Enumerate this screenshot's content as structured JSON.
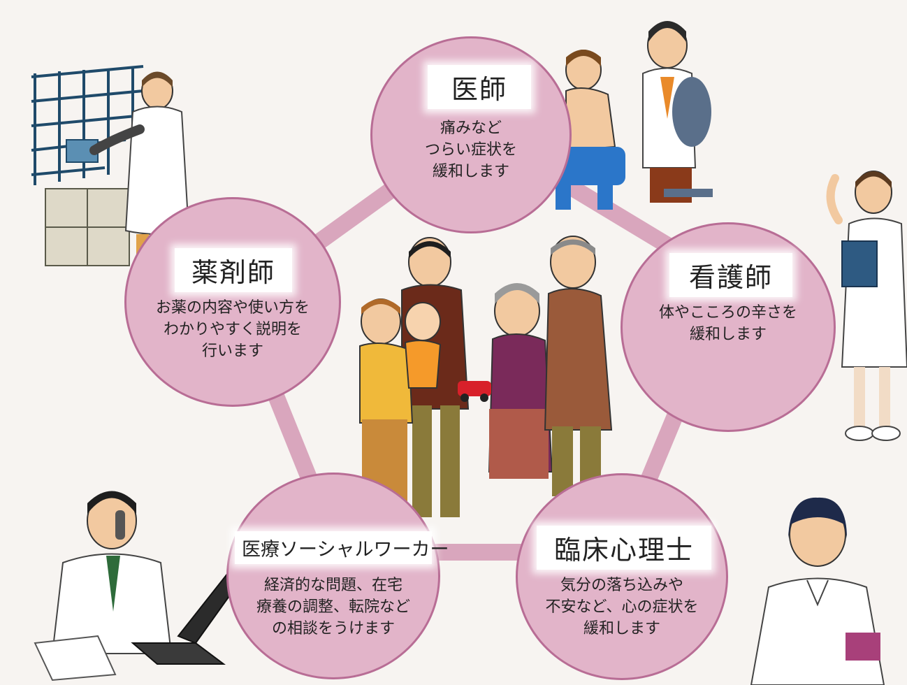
{
  "colors": {
    "background": "#f7f4f1",
    "circle_fill": "#e2b4c9",
    "circle_border": "#b86d95",
    "connector": "#d9a6bd"
  },
  "roles": {
    "doctor": {
      "title": "医師",
      "desc": "痛みなど\nつらい症状を\n緩和します"
    },
    "nurse": {
      "title": "看護師",
      "desc": "体やこころの辛さを\n緩和します"
    },
    "psychologist": {
      "title": "臨床心理士",
      "desc": "気分の落ち込みや\n不安など、心の症状を\n緩和します"
    },
    "social_worker": {
      "title": "医療ソーシャルワーカー",
      "desc": "経済的な問題、在宅\n療養の調整、転院など\nの相談をうけます"
    },
    "pharmacist": {
      "title": "薬剤師",
      "desc": "お薬の内容や使い方を\nわかりやすく説明を\n行います"
    }
  },
  "illustrations": {
    "center": "family-illustration",
    "pharmacist": "pharmacist-illustration",
    "doctor": "doctor-illustration",
    "nurse": "nurse-illustration",
    "social_worker": "social-worker-illustration",
    "psychologist": "psychologist-illustration"
  }
}
